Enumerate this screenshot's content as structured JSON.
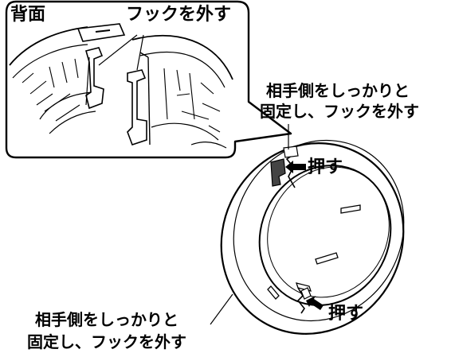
{
  "inset": {
    "label_back": "背面",
    "label_remove_hook": "フックを外す"
  },
  "callout_upper": {
    "line1": "相手側をしっかりと",
    "line2": "固定し、フックを外す"
  },
  "callout_lower": {
    "line1": "相手側をしっかりと",
    "line2": "固定し、フックを外す"
  },
  "push_upper": "押す",
  "push_lower": "押す"
}
